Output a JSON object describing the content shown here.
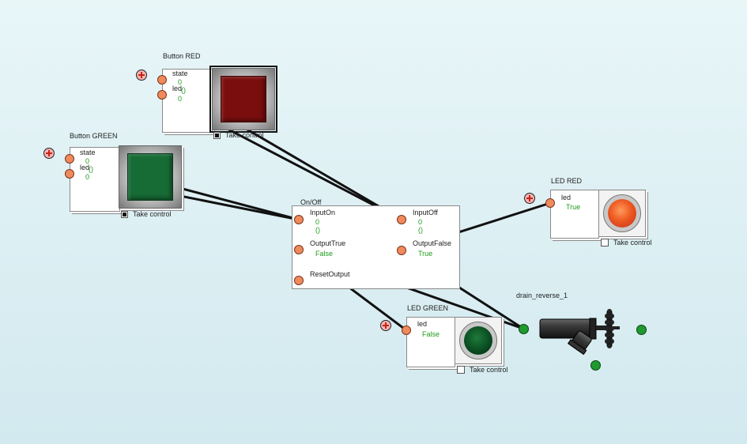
{
  "blocks": {
    "button_red": {
      "title": "Button RED",
      "ports": [
        {
          "label": "state",
          "value": "0"
        },
        {
          "label": "led",
          "value": "0"
        }
      ],
      "extra_value": "()",
      "take_control": "Take control",
      "take_control_checked": true,
      "cap_color": "#7a0e0e"
    },
    "button_green": {
      "title": "Button GREEN",
      "ports": [
        {
          "label": "state",
          "value": "0"
        },
        {
          "label": "led",
          "value": "0"
        }
      ],
      "extra_value": "()",
      "take_control": "Take control",
      "take_control_checked": true,
      "cap_color": "#176b35"
    },
    "onoff": {
      "title": "On/Off",
      "ports": [
        {
          "label": "InputOn",
          "value": "0",
          "value2": "()"
        },
        {
          "label": "InputOff",
          "value": "0",
          "value2": "()"
        },
        {
          "label": "OutputTrue",
          "value": "False"
        },
        {
          "label": "OutputFalse",
          "value": "True"
        },
        {
          "label": "ResetOutput"
        }
      ]
    },
    "led_red": {
      "title": "LED RED",
      "port": {
        "label": "led",
        "value": "True"
      },
      "take_control": "Take control",
      "take_control_checked": false,
      "core_color": "#ee5a22"
    },
    "led_green": {
      "title": "LED GREEN",
      "port": {
        "label": "led",
        "value": "False"
      },
      "take_control": "Take control",
      "take_control_checked": false,
      "core_color": "#0a4d22"
    },
    "drain": {
      "title": "drain_reverse_1"
    }
  },
  "colors": {
    "port": "#f08a5d",
    "drain_port": "#1f9a2e",
    "value_text": "#1e9a1e",
    "wire": "#111111"
  }
}
